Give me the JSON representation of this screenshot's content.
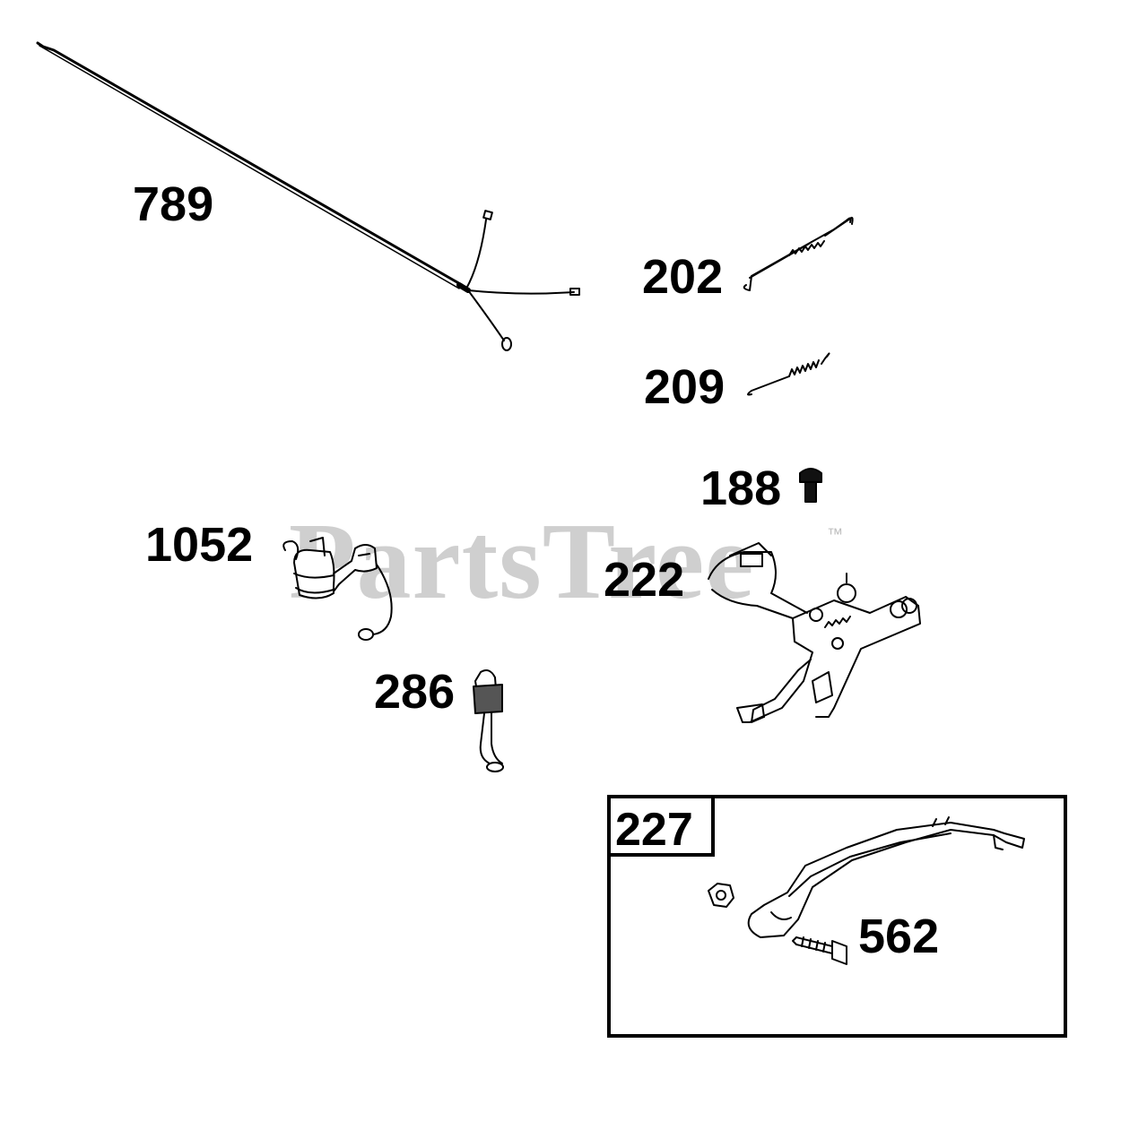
{
  "watermark": {
    "text": "PartsTree",
    "trademark": "™"
  },
  "callouts": {
    "p789": "789",
    "p202": "202",
    "p209": "209",
    "p188": "188",
    "p1052": "1052",
    "p222": "222",
    "p286": "286",
    "p227": "227",
    "p562": "562"
  }
}
